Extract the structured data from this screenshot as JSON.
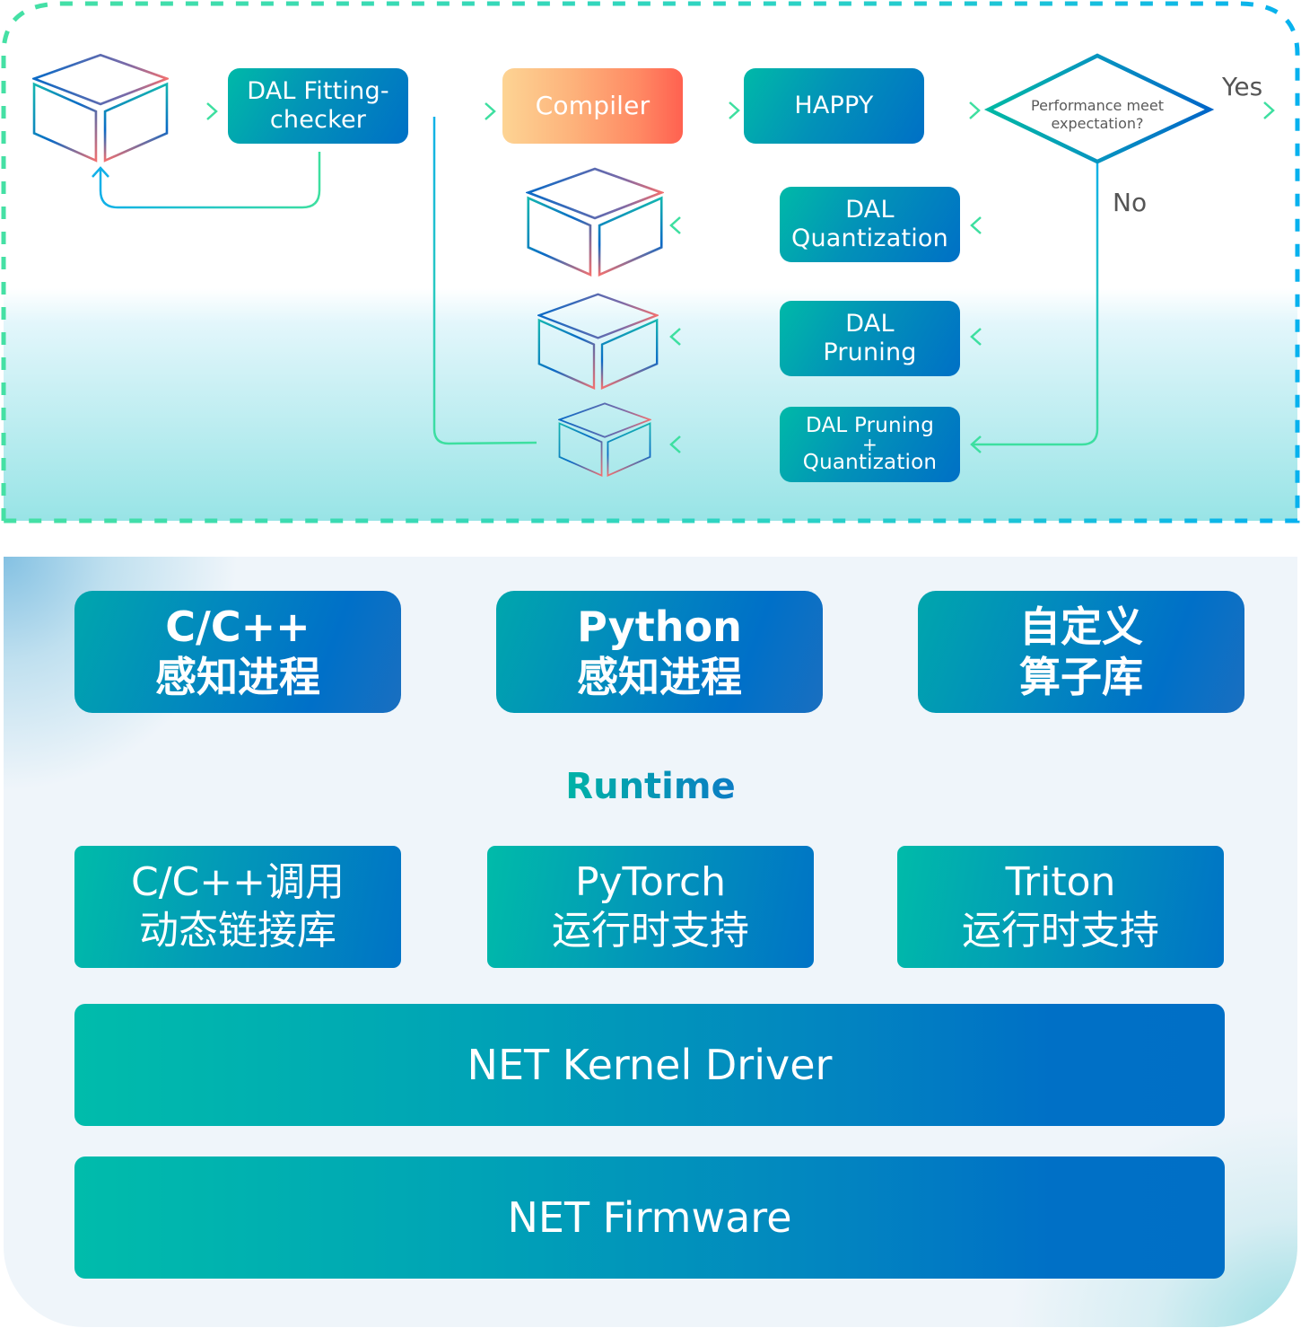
{
  "flow": {
    "nodes": {
      "fitting_checker": [
        "DAL Fitting-",
        "checker"
      ],
      "compiler": "Compiler",
      "happy": "HAPPY",
      "quantization": [
        "DAL",
        "Quantization"
      ],
      "pruning": [
        "DAL",
        "Pruning"
      ],
      "pruning_quantization": [
        "DAL Pruning",
        "+",
        "Quantization"
      ]
    },
    "decision": [
      "Performance meet",
      "expectation?"
    ],
    "yes_label": "Yes",
    "no_label": "No"
  },
  "stack": {
    "title": "Runtime",
    "top_row": [
      [
        "C/C++",
        "感知进程"
      ],
      [
        "Python",
        "感知进程"
      ],
      [
        "自定义",
        "算子库"
      ]
    ],
    "runtime_row": [
      [
        "C/C++调用",
        "动态链接库"
      ],
      [
        "PyTorch",
        "运行时支持"
      ],
      [
        "Triton",
        "运行时支持"
      ]
    ],
    "kernel_driver": "NET Kernel Driver",
    "firmware": "NET Firmware"
  },
  "colors": {
    "teal": "#00b9a8",
    "blue": "#0070c6",
    "arrow_green": "#3ddfa0",
    "arrow_blue": "#10b0e8",
    "compiler_start": "#fdd494",
    "compiler_end": "#ff6150",
    "cube_red": "#f07070"
  }
}
